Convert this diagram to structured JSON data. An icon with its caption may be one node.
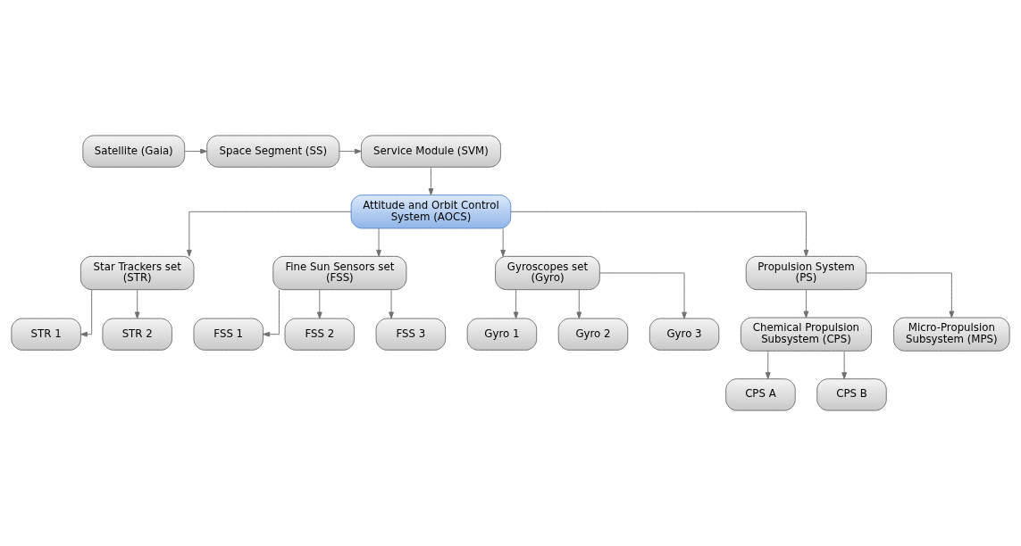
{
  "diagram": {
    "nodes": [
      {
        "text": [
          "Satellite (Gaia)"
        ]
      },
      {
        "text": [
          "Space Segment (SS)"
        ]
      },
      {
        "text": [
          "Service Module (SVM)"
        ]
      },
      {
        "text": [
          "Attitude and Orbit Control System (AOCS)"
        ]
      },
      {
        "text": [
          "Star Trackers set (STR)"
        ]
      },
      {
        "text": [
          "Fine Sun Sensors set (FSS)"
        ]
      },
      {
        "text": [
          "Gyroscopes set (Gyro)"
        ]
      },
      {
        "text": [
          "Propulsion System (PS)"
        ]
      },
      {
        "text": [
          "STR 1"
        ]
      },
      {
        "text": [
          "STR 2"
        ]
      },
      {
        "text": [
          "FSS 1"
        ]
      },
      {
        "text": [
          "FSS 2"
        ]
      },
      {
        "text": [
          "FSS 3"
        ]
      },
      {
        "text": [
          "Gyro 1"
        ]
      },
      {
        "text": [
          "Gyro 2"
        ]
      },
      {
        "text": [
          "Gyro 3"
        ]
      },
      {
        "text": [
          "Chemical Propulsion Subsystem (CPS)"
        ]
      },
      {
        "text": [
          "Micro-Propulsion Subsystem (MPS)"
        ]
      },
      {
        "text": [
          "CPS A"
        ]
      },
      {
        "text": [
          "CPS B"
        ]
      }
    ],
    "edges": [
      {
        "from": 0,
        "to": 1,
        "arrow": "to"
      },
      {
        "from": 1,
        "to": 2,
        "arrow": "to"
      },
      {
        "from": 2,
        "to": 3,
        "arrow": "to"
      },
      {
        "from": 3,
        "to": 4,
        "arrow": "to"
      },
      {
        "from": 3,
        "to": 5,
        "arrow": "to"
      },
      {
        "from": 3,
        "to": 6,
        "arrow": "to"
      },
      {
        "from": 3,
        "to": 7,
        "arrow": "to"
      },
      {
        "from": 4,
        "to": 8,
        "arrow": "to"
      },
      {
        "from": 4,
        "to": 9,
        "arrow": "to"
      },
      {
        "from": 5,
        "to": 10,
        "arrow": "to"
      },
      {
        "from": 5,
        "to": 11,
        "arrow": "to"
      },
      {
        "from": 5,
        "to": 12,
        "arrow": "to"
      },
      {
        "from": 6,
        "to": 13,
        "arrow": "to"
      },
      {
        "from": 6,
        "to": 14,
        "arrow": "to"
      },
      {
        "from": 6,
        "to": 15,
        "arrow": "to"
      },
      {
        "from": 7,
        "to": 16,
        "arrow": "to"
      },
      {
        "from": 7,
        "to": 17,
        "arrow": "to"
      },
      {
        "from": 16,
        "to": 18,
        "arrow": "to"
      },
      {
        "from": 16,
        "to": 19,
        "arrow": "to"
      }
    ]
  }
}
